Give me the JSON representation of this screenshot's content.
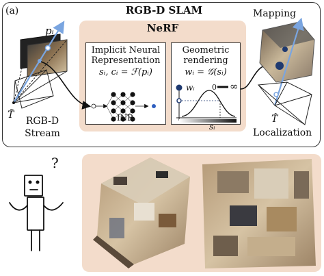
{
  "figure": {
    "panel_label": "(a)",
    "title": "RGB-D SLAM",
    "nerf_title": "NeRF",
    "inr_box": {
      "line1": "Implicit Neural",
      "line2": "Representation",
      "formula": "sᵢ, cᵢ = ℱ(pᵢ)",
      "caption": "INR"
    },
    "render_box": {
      "line1": "Geometric",
      "line2": "rendering",
      "formula": "wᵢ = 𝒢(sᵢ)",
      "w_label": "wᵢ",
      "s_label": "sᵢ",
      "zero_label": "0",
      "inf_label": "∞"
    },
    "left": {
      "point_label": "pᵢ",
      "pose_label": "T̃",
      "stream_line1": "RGB-D",
      "stream_line2": "Stream"
    },
    "right": {
      "mapping_label": "Mapping",
      "pose_label": "T̂",
      "localization_label": "Localization"
    },
    "bottom": {
      "question_mark": "?"
    }
  },
  "colors": {
    "nerf_panel": "#f3dccb",
    "accent_blue": "#7aa5e0",
    "node_navy": "#1f3a70",
    "c_blue": "#2f5fc0"
  }
}
